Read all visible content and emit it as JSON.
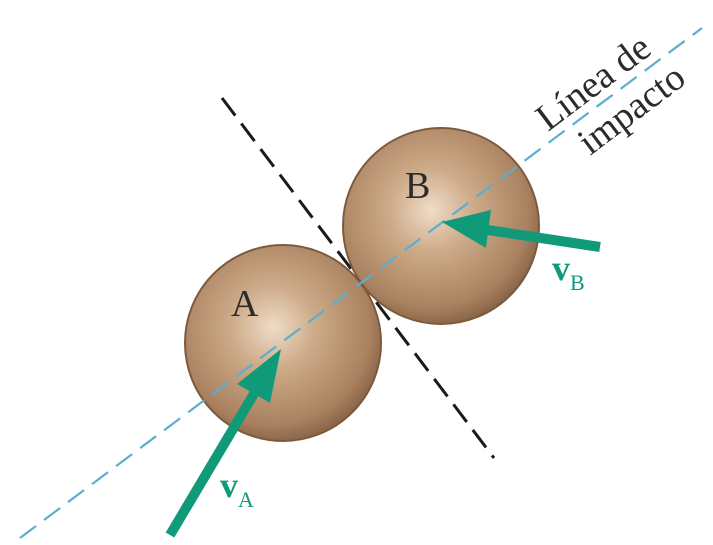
{
  "labels": {
    "ball_a": "A",
    "ball_b": "B",
    "line_of_impact_1": "Línea de",
    "line_of_impact_2": "impacto",
    "velocity_a_main": "v",
    "velocity_a_sub": "A",
    "velocity_b_main": "v",
    "velocity_b_sub": "B"
  },
  "colors": {
    "impact_line": "#5aaed0",
    "plane_line": "#1a1a1a",
    "velocity_arrow": "#119a7a",
    "ball_fill": "#b08a68",
    "ball_edge": "#7d5a3c"
  }
}
